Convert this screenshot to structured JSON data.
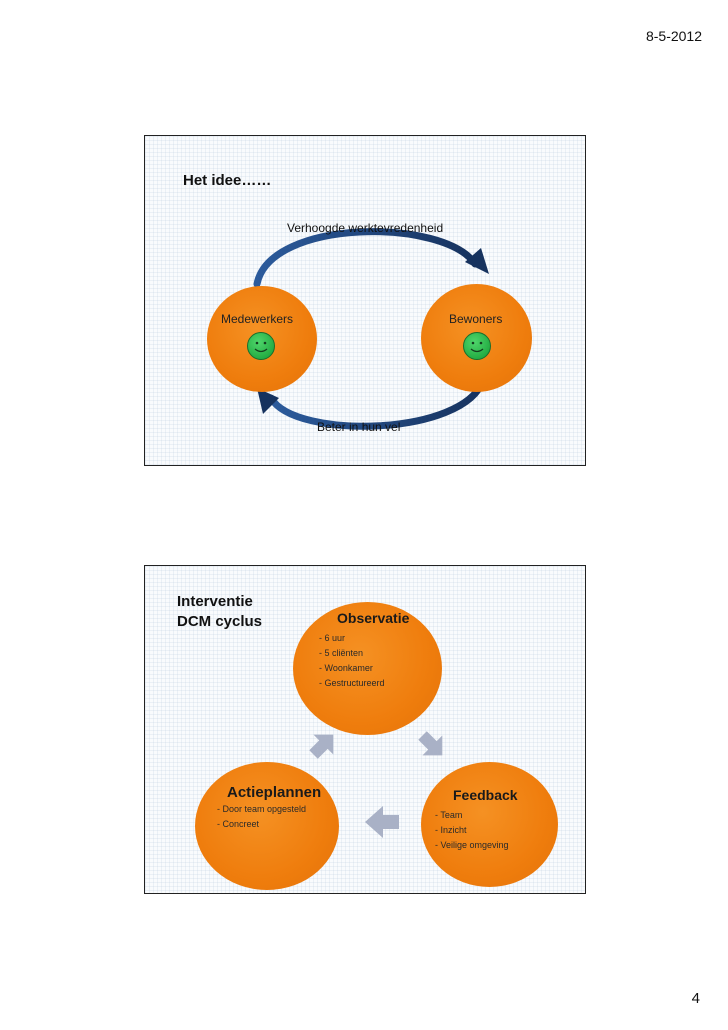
{
  "header": {
    "date": "8-5-2012"
  },
  "footer": {
    "page_number": "4"
  },
  "slide1": {
    "title": "Het idee……",
    "arrow_top_label": "Verhoogde werktevredenheid",
    "arrow_bottom_label": "Beter in hun vel",
    "left_circle": {
      "label": "Medewerkers",
      "icon": "smiley-icon"
    },
    "right_circle": {
      "label": "Bewoners",
      "icon": "smiley-icon"
    },
    "colors": {
      "circle": "#ef7d0d",
      "arrow": "#1f3f73",
      "smiley": "#2bb24c"
    }
  },
  "slide2": {
    "title_line1": "Interventie",
    "title_line2": "DCM cyclus",
    "observatie": {
      "title": "Observatie",
      "items": [
        "- 6 uur",
        "- 5 cliënten",
        "- Woonkamer",
        "- Gestructureerd"
      ]
    },
    "actieplannen": {
      "title": "Actieplannen",
      "items": [
        "- Door team opgesteld",
        "- Concreet"
      ]
    },
    "feedback": {
      "title": "Feedback",
      "items": [
        "- Team",
        "- Inzicht",
        "- Veilige omgeving"
      ]
    },
    "colors": {
      "circle": "#ef7d0d",
      "arrow": "#a9b1c6"
    }
  }
}
